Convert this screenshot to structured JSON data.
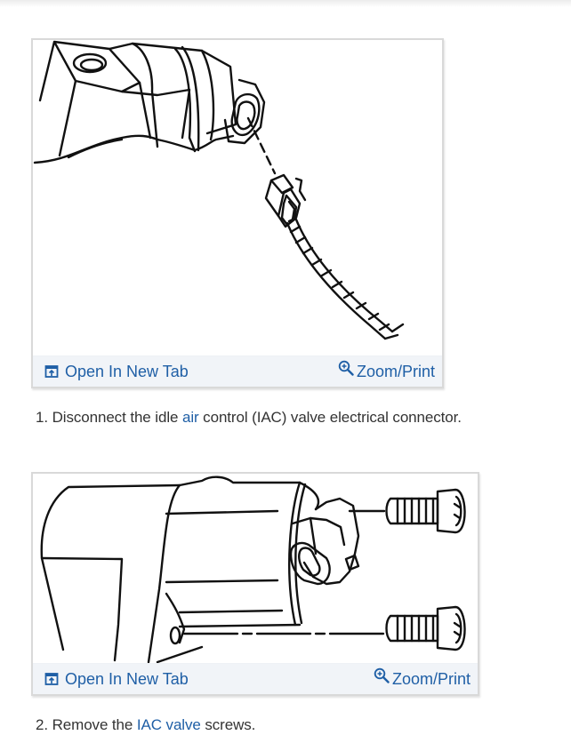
{
  "figures": [
    {
      "alt": "Idle air control valve with electrical connector being disconnected",
      "footer": {
        "open_tab_label": "Open In New Tab",
        "open_tab_icon": "open-in-new-tab-icon",
        "zoom_label": "Zoom/Print",
        "zoom_icon": "zoom-in-icon"
      }
    },
    {
      "alt": "Idle air control valve with two mounting screws removed",
      "footer": {
        "open_tab_label": "Open In New Tab",
        "open_tab_icon": "open-in-new-tab-icon",
        "zoom_label": "Zoom/Print",
        "zoom_icon": "zoom-in-icon"
      }
    }
  ],
  "steps": [
    {
      "number": "1.",
      "text_before": " Disconnect the idle ",
      "link_text": "air",
      "text_after": " control (IAC) valve electrical connector."
    },
    {
      "number": "2.",
      "text_before": " Remove the ",
      "link_text": "IAC valve",
      "text_after": " screws."
    }
  ],
  "colors": {
    "link": "#1f5fa6",
    "text": "#333333",
    "footer_bg": "#f1f4f8",
    "card_border": "#d9d9d9"
  }
}
